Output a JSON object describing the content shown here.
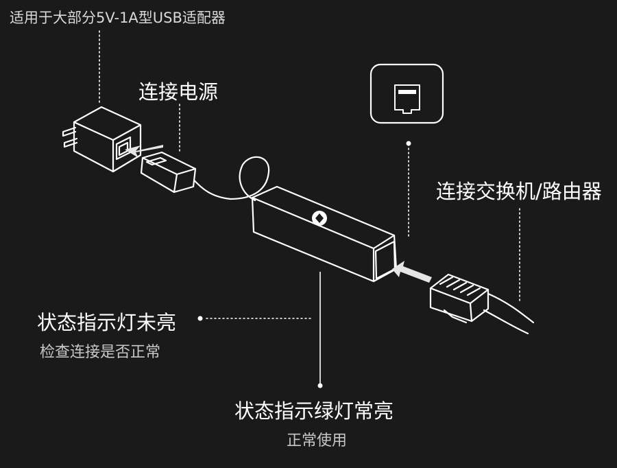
{
  "labels": {
    "adapter_note": "适用于大部分5V-1A型USB适配器",
    "connect_power": "连接电源",
    "connect_switch": "连接交换机/路由器",
    "indicator_off": "状态指示灯未亮",
    "indicator_off_hint": "检查连接是否正常",
    "indicator_on": "状态指示绿灯常亮",
    "indicator_on_hint": "正常使用"
  },
  "colors": {
    "background": "#1b1a1a",
    "outline": "#ffffff",
    "text_primary": "#ffffff",
    "text_secondary": "#c8c8c8"
  },
  "icons": {
    "port": "ethernet-port-icon",
    "logo": "brand-logo-icon"
  }
}
